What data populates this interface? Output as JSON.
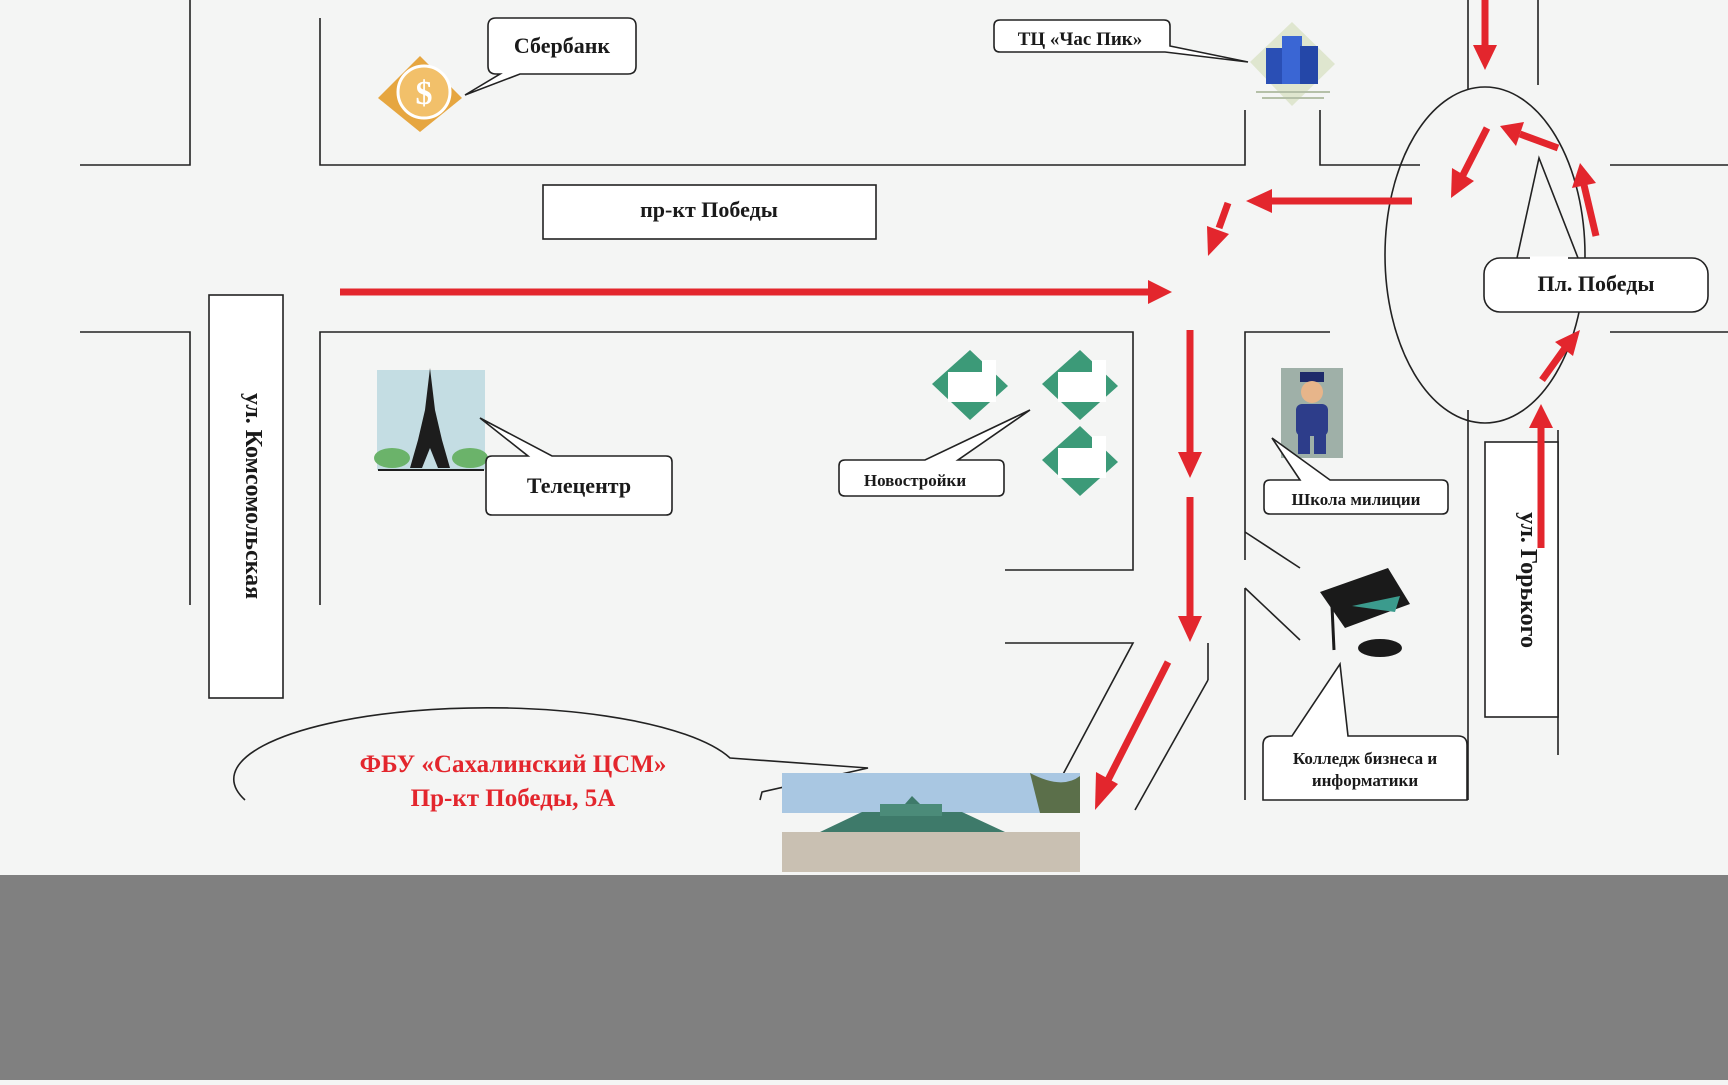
{
  "map": {
    "streets": {
      "pobedy": "пр-кт Победы",
      "komsomolskaya": "ул. Комсомольская",
      "gorkogo": "ул. Горького"
    },
    "square": "Пл. Победы",
    "landmarks": {
      "sberbank": "Сбербанк",
      "mall": "ТЦ «Час Пик»",
      "telecenter": "Телецентр",
      "new_buildings": "Новостройки",
      "police_school": "Школа милиции",
      "college_line1": "Колледж бизнеса и",
      "college_line2": "информатики"
    },
    "destination": {
      "name": "ФБУ «Сахалинский ЦСМ»",
      "address": "Пр-кт Победы, 5А"
    },
    "icons": [
      "dollar-tag-icon",
      "office-tower-icon",
      "eiffel-tower-icon",
      "new-building-icon",
      "police-officer-icon",
      "graduation-cap-icon"
    ],
    "colors": {
      "route": "#e3262d",
      "destination_text": "#e3262d",
      "background": "#f4f5f4",
      "bottom_band": "#808080"
    }
  }
}
